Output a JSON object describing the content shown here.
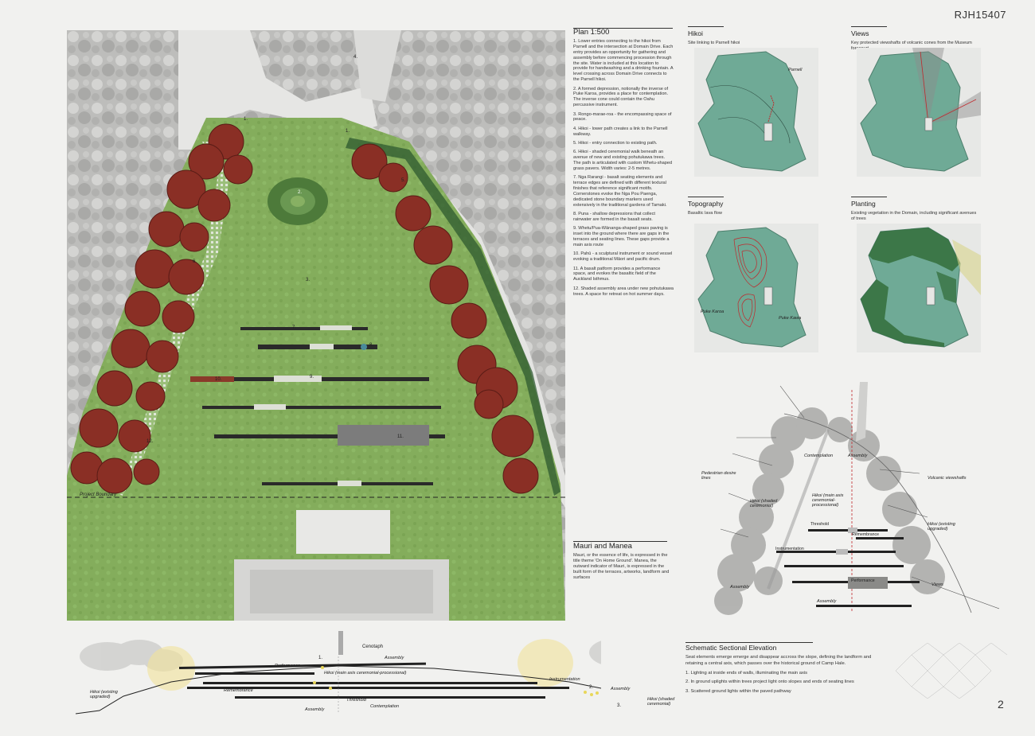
{
  "project_id": "RJH15407",
  "page_number": "2",
  "plan": {
    "title": "Plan 1:500",
    "numbered_notes": [
      "1.  Lower entries connecting to the hikoi from Parnell and the intersection at Domain Drive. Each entry provides an opportunity for gathering and assembly before commencing procession through the site.  Water is included at this location to provide for handwashing and a drinking fountain.  A level crossing across Domain Drive connects to the Parnell hikoi.",
      "2.  A formed depression, notionally the inverse of Puke Karoa, provides a place for contemplation. The inverse cone could contain the Oahu percussive instrument.",
      "3. Rongo-marae-roa - the encompassing space of peace.",
      "4. Hikoi - lower path creates a link to  the Parnell walkway.",
      "5. Hikoi - entry connection to existing path.",
      "6. Hikoi - shaded ceremonial walk beneath an avenue of new and existing pohutukawa trees. The path is articulated with custom Whetu-shaped grass pavers. Width varies: 2-5 metres.",
      "7. Nga Rarangi - basalt seating elements and terrace edges are defined with different textural finishes that reference significant motifs. Cornerstones evoke the Nga Pou Paenga, dedicated stone boundary markers used extensively in the traditional gardens of Tamaki.",
      "8. Puna - shallow depressions that collect rainwater are formed in the basalt seats.",
      "9. Whetu/Pua-Wānanga-shaped grass paving is inset into the ground where there are gaps in the terraces and seating lines. These gaps provide a main axis route",
      "10. Pahū - a sculptural instrument or sound vessel evoking a traditional Māori and pacific drum.",
      "11. A basalt patform provides a performance space, and evokes the basaltic field of the Auckland Isthmus.",
      "12. Shaded assembly area under new pohutukawa trees. A space for retreat on hot summer days."
    ],
    "project_boundary_label": "Project Boundary",
    "markers": [
      "1.",
      "1.",
      "2.",
      "3.",
      "4.",
      "5.",
      "6.",
      "7.",
      "8.",
      "9.",
      "10.",
      "11.",
      "12."
    ]
  },
  "mauri": {
    "title": "Mauri and Manea",
    "text": "Mauri, or the essence of life, is expressed in the title theme 'On Home Ground'. Manea, the outward indicator of Mauri, is expressed in the built form of the terraces, artworks, landform and surfaces"
  },
  "panels": {
    "hikoi": {
      "title": "Hikoi",
      "subtitle": "Site linking to Parnell hikoi",
      "labels": [
        "Parnell"
      ]
    },
    "views": {
      "title": "Views",
      "subtitle": "Key protected viewshafts of volcanic cones  from the Museum forecourt"
    },
    "topography": {
      "title": "Topography",
      "subtitle": "Basaltic lava flow",
      "labels": [
        "Puke Karoa",
        "Puke Kawa"
      ]
    },
    "planting": {
      "title": "Planting",
      "subtitle": "Existing vegetation in the Domain, including significant avenues of trees"
    }
  },
  "diagram": {
    "labels": {
      "contemplation": "Contemplation",
      "assembly_top": "Assembly",
      "pedestrian": "Pedestrian desire lines",
      "volcanic": "Volcanic viewshafts",
      "hikoi_main": "Hikoi (main axis ceremonial-processional)",
      "hikoi_shaded": "Hikoi (shaded ceremonial)",
      "threshold": "Threshold",
      "remembrance": "Remembrance",
      "hikoi_existing": "Hikoi (existing upgraded)",
      "instrumentation": "Instrumentation",
      "views": "Views",
      "performance": "Performance",
      "assembly_left": "Assembly",
      "assembly_bottom": "Assembly"
    }
  },
  "section": {
    "title": "Schematic Sectional Elevation",
    "description": "Seat elements emerge emerge and disappear accross the slope, defining the landform and retaining a central axis, which passes over the historical ground of Camp Hale.",
    "notes": [
      "1.  Lighting at inside ends of walls, illuminating the main axis",
      "2. In ground uplights within trees project light onto slopes and ends of seating lines",
      "3.  Scattered ground lights within the paved pathway"
    ],
    "labels": {
      "cenotaph": "Cenotaph",
      "assembly1": "Assembly",
      "performance": "Performance",
      "hikoi_main": "Hikoi (main axis ceremonial-processional)",
      "instrumentation": "Instrumentation",
      "remembrance": "Remembrance",
      "threshold": "Threshold",
      "contemplation": "Contemplation",
      "assembly2": "Assembly",
      "assembly3": "Assembly",
      "hikoi_existing": "Hikoi (existing upgraded)",
      "hikoi_shaded": "Hikoi (shaded ceremonial)",
      "n1": "1.",
      "n2": "2.",
      "n3": "3."
    }
  },
  "colors": {
    "grass": "#7fa85a",
    "tree_red": "#8a2a22",
    "panel_green": "#6faa96",
    "red_line": "#c0282c"
  }
}
